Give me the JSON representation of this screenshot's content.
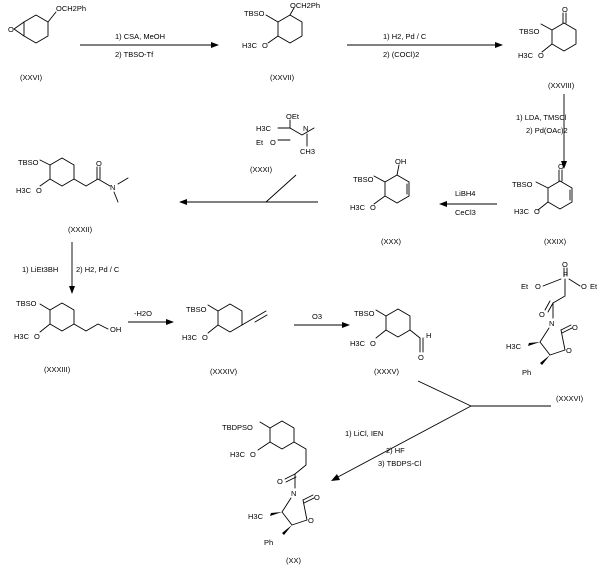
{
  "compounds": [
    {
      "id": "(XXVI)",
      "labels": [
        "OCH2Ph"
      ]
    },
    {
      "id": "(XXVII)",
      "labels": [
        "TBSO",
        "OCH2Ph",
        "H3C",
        "O"
      ]
    },
    {
      "id": "(XXVIII)",
      "labels": [
        "O",
        "TBSO",
        "H3C",
        "O"
      ]
    },
    {
      "id": "(XXIX)",
      "labels": [
        "O",
        "TBSO",
        "H3C",
        "O"
      ]
    },
    {
      "id": "(XXX)",
      "labels": [
        "OH",
        "TBSO",
        "H3C",
        "O"
      ]
    },
    {
      "id": "(XXXI)",
      "labels": [
        "OEt",
        "H3C",
        "N",
        "Et",
        "O",
        "CH3"
      ]
    },
    {
      "id": "(XXXII)",
      "labels": [
        "TBSO",
        "H3C",
        "O",
        "O",
        "N"
      ]
    },
    {
      "id": "(XXXIII)",
      "labels": [
        "TBSO",
        "H3C",
        "O",
        "OH"
      ]
    },
    {
      "id": "(XXXIV)",
      "labels": [
        "TBSO",
        "H3C",
        "O"
      ]
    },
    {
      "id": "(XXXV)",
      "labels": [
        "TBSO",
        "H3C",
        "O",
        "H",
        "O"
      ]
    },
    {
      "id": "(XXXVI)",
      "labels": [
        "Et",
        "O",
        "P",
        "O",
        "Et",
        "O",
        "O",
        "H3C",
        "N",
        "O",
        "Ph",
        "O"
      ]
    },
    {
      "id": "(XX)",
      "labels": [
        "TBDPSO",
        "H3C",
        "O",
        "O",
        "H3C",
        "N",
        "O",
        "Ph",
        "O"
      ]
    }
  ],
  "conditions": {
    "step1": [
      "1) CSA, MeOH",
      "2) TBSO-Tf"
    ],
    "step2": [
      "1) H2, Pd / C",
      "2) (COCl)2"
    ],
    "step3": [
      "1) LDA, TMSCl",
      "2) Pd(OAc)2"
    ],
    "step4": [
      "LiBH4",
      "CeCl3"
    ],
    "step6": [
      "1) LiEt3BH",
      "2) H2, Pd / C"
    ],
    "step7": [
      "-H2O"
    ],
    "step8": [
      "O3"
    ],
    "step9": [
      "1) LiCl, IEN",
      "2) HF",
      "3) TBDPS-Cl"
    ]
  }
}
